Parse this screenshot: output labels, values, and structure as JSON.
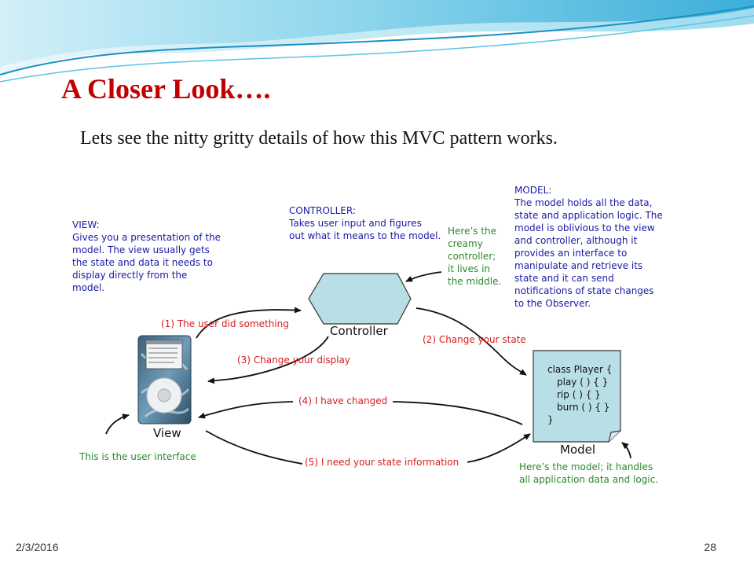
{
  "slide": {
    "title": "A Closer Look….",
    "subtitle": "Lets see the nitty gritty details of how this MVC pattern works.",
    "footer_date": "2/3/2016",
    "page_number": "28",
    "colors": {
      "title": "#c00000",
      "blue_note": "#1a1aa6",
      "red_label": "#d81c1c",
      "green_note": "#2a8a2a",
      "shape_fill": "#b9dfe6"
    }
  },
  "diagram": {
    "view_note": [
      "VIEW:",
      "Gives you a presentation of the",
      "model. The view usually gets",
      "the state and data it needs to",
      "display directly from the",
      "model."
    ],
    "controller_note": [
      "CONTROLLER:",
      "Takes user input and figures",
      "out what it means to the model."
    ],
    "model_note": [
      "MODEL:",
      "The model holds all the data,",
      "state and application logic. The",
      "model is oblivious to the view",
      "and controller, although it",
      "provides an interface to",
      "manipulate and retrieve its",
      "state and it can send",
      "notifications of state changes",
      "to the Observer."
    ],
    "creamy_note": [
      "Here’s the",
      "creamy",
      "controller;",
      "it lives in",
      "the middle."
    ],
    "controller_label": "Controller",
    "view_label": "View",
    "model_label": "Model",
    "code_lines": [
      "class Player {",
      "play ( ) { }",
      "rip ( ) { }",
      "burn ( ) { }",
      "}"
    ],
    "arrow_1": "(1) The user did something",
    "arrow_2": "(2) Change your state",
    "arrow_3": "(3) Change your display",
    "arrow_4": "(4) I have changed",
    "arrow_5": "(5) I need your state information",
    "ui_note": "This is the user interface",
    "model_here_note": [
      "Here’s the model; it handles",
      "all application data and logic."
    ]
  }
}
